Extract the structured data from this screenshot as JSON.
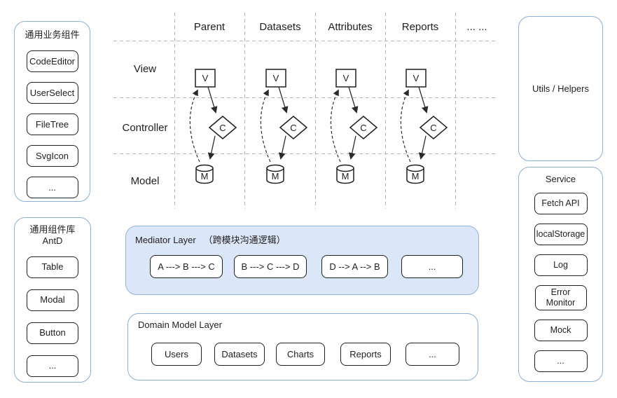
{
  "colors": {
    "accent_border": "#8caed8",
    "mediator_fill": "#dbe6f8",
    "shape_stroke": "#1f1f1f",
    "grid_line": "#b5b5b5"
  },
  "sidebar_business": {
    "title": "通用业务组件",
    "items": [
      "CodeEditor",
      "UserSelect",
      "FileTree",
      "SvgIcon",
      "..."
    ]
  },
  "sidebar_antd": {
    "title_line1": "通用组件库",
    "title_line2": "AntD",
    "items": [
      "Table",
      "Modal",
      "Button",
      "..."
    ]
  },
  "mvc_grid": {
    "columns": [
      "Parent",
      "Datasets",
      "Attributes",
      "Reports",
      "... ..."
    ],
    "rows": [
      "View",
      "Controller",
      "Model"
    ],
    "view_letter": "V",
    "controller_letter": "C",
    "model_letter": "M"
  },
  "mediator": {
    "title": "Mediator Layer",
    "subtitle": "（跨模块沟通逻辑）",
    "items": [
      "A ---> B ---> C",
      "B ---> C ---> D",
      "D --> A --> B",
      "..."
    ]
  },
  "domain_model": {
    "title": "Domain Model Layer",
    "items": [
      "Users",
      "Datasets",
      "Charts",
      "Reports",
      "..."
    ]
  },
  "utils": {
    "label": "Utils / Helpers"
  },
  "service": {
    "title": "Service",
    "items": [
      "Fetch API",
      "localStorage",
      "Log",
      "Error Monitor",
      "Mock",
      "..."
    ]
  }
}
